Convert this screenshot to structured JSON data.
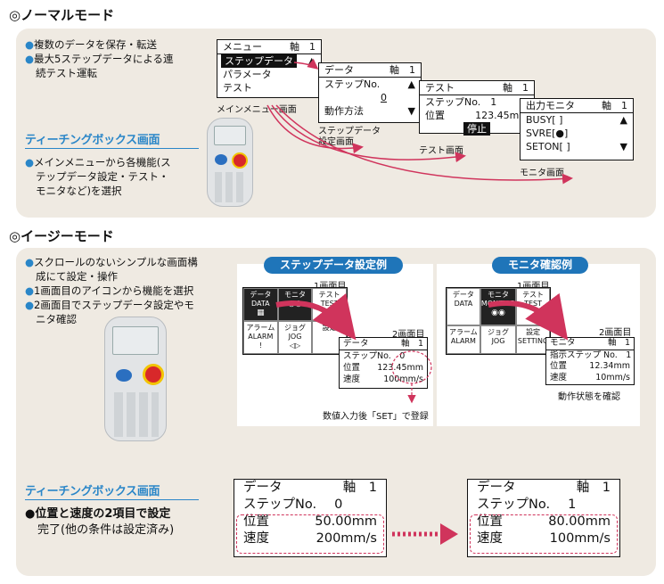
{
  "normal": {
    "title": "◎ノーマルモード",
    "bullets": [
      "複数のデータを保存・転送",
      "最大5ステップデータによる連",
      "続テスト運転"
    ],
    "tp_heading": "ティーチングボックス画面",
    "tp_bullets": [
      "メインメニューから各機能(ス",
      "テップデータ設定・テスト・",
      "モニタなど)を選択"
    ],
    "screens": {
      "menu": {
        "header_left": "メニュー",
        "header_right": "軸　1",
        "items": [
          "ステップデータ",
          "パラメータ",
          "テスト"
        ],
        "caption": "メインメニュー画面"
      },
      "data": {
        "header_left": "データ",
        "header_right": "軸　1",
        "step_label": "ステップNo.",
        "step_value": "0",
        "method_label": "動作方法",
        "caption1": "ステップデータ",
        "caption2": "設定画面"
      },
      "test": {
        "header_left": "テスト",
        "header_right": "軸　1",
        "step": "ステップNo.　1",
        "pos_label": "位置",
        "pos_value": "123.45mm",
        "stop": "停止",
        "caption": "テスト画面"
      },
      "monitor": {
        "header_left": "出力モニタ",
        "header_right": "軸　1",
        "busy": "BUSY[ ]",
        "svre": "SVRE[●]",
        "seton": "SETON[ ]",
        "caption": "モニタ画面"
      }
    }
  },
  "easy": {
    "title": "◎イージーモード",
    "bullets": [
      "スクロールのないシンプルな画面構",
      "成にて設定・操作",
      "1画面目のアイコンから機能を選択",
      "2画面目でステップデータ設定やモ",
      "ニタ確認"
    ],
    "step_example": {
      "tag": "ステップデータ設定例",
      "screen1": "1画面目",
      "screen2": "2画面目",
      "icons": [
        {
          "jp": "データ",
          "en": "DATA"
        },
        {
          "jp": "モニタ",
          "en": "MONITOR"
        },
        {
          "jp": "テスト",
          "en": "TEST"
        },
        {
          "jp": "アラーム",
          "en": "ALARM"
        },
        {
          "jp": "ジョグ",
          "en": "JOG"
        },
        {
          "jp": "設定",
          "en": "SETTING"
        }
      ],
      "lcd": {
        "header_left": "データ",
        "header_right": "軸　1",
        "step": "ステップNo.　0",
        "pos_label": "位置",
        "pos_value": "123.45mm",
        "speed_label": "速度",
        "speed_value": "100mm/s"
      },
      "note": "数値入力後「SET」で登録"
    },
    "monitor_example": {
      "tag": "モニタ確認例",
      "screen1": "1画面目",
      "screen2": "2画面目",
      "lcd": {
        "header_left": "モニタ",
        "header_right": "軸　1",
        "step": "指示ステップ No.　1",
        "pos_label": "位置",
        "pos_value": "12.34mm",
        "speed_label": "速度",
        "speed_value": "10mm/s"
      },
      "note": "動作状態を確認"
    },
    "tp_heading": "ティーチングボックス画面",
    "tp_bullets": [
      "位置と速度の2項目で設定",
      "完了(他の条件は設定済み)"
    ],
    "before": {
      "header_left": "データ",
      "header_right": "軸　1",
      "step_label": "ステップNo.",
      "step_value": "0",
      "pos_label": "位置",
      "pos_value": "50.00mm",
      "speed_label": "速度",
      "speed_value": "200mm/s"
    },
    "after": {
      "header_left": "データ",
      "header_right": "軸　1",
      "step_label": "ステップNo.",
      "step_value": "1",
      "pos_label": "位置",
      "pos_value": "80.00mm",
      "speed_label": "速度",
      "speed_value": "100mm/s"
    }
  },
  "colors": {
    "accent_blue": "#2a86c8",
    "tag_blue": "#1f75b9",
    "arrow_red": "#d0345c",
    "panel": "#efeae2"
  }
}
